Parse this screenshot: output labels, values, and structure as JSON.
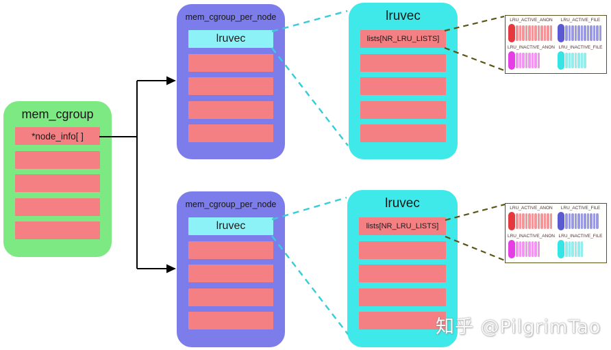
{
  "watermark": "知乎 @PilgrimTao",
  "colors": {
    "green_box": "#7de982",
    "purple_box": "#7c7cea",
    "salmon_row": "#f58084",
    "cyan_box": "#3fe9e9",
    "light_cyan_row": "#8df2f8",
    "arrow": "#000000",
    "cyan_connector": "#38cdd8",
    "olive_connector": "#5b5415",
    "panel_border": "#5a5116"
  },
  "boxes": {
    "mem_cgroup": {
      "title": "mem_cgroup",
      "pointer_row": "*node_info[ ]"
    },
    "per_node_top": {
      "title": "mem_cgroup_per_node",
      "lruvec_row": "lruvec"
    },
    "per_node_bottom": {
      "title": "mem_cgroup_per_node",
      "lruvec_row": "lruvec"
    },
    "lruvec_top": {
      "title": "lruvec",
      "lists_row": "lists[NR_LRU_LISTS]"
    },
    "lruvec_bottom": {
      "title": "lruvec",
      "lists_row": "lists[NR_LRU_LISTS]"
    }
  },
  "lru_panels": {
    "top": {
      "quadrants": [
        {
          "label": "LRU_ACTIVE_ANON",
          "items": 12,
          "head_color": "#e53940",
          "item_color": "#f4959a"
        },
        {
          "label": "LRU_ACTIVE_FILE",
          "items": 12,
          "head_color": "#5a5ad2",
          "item_color": "#9a9ae2"
        },
        {
          "label": "LRU_INACTIVE_ANON",
          "items": 8,
          "head_color": "#e53ee5",
          "item_color": "#f195f1"
        },
        {
          "label": "LRU_INACTIVE_FILE",
          "items": 7,
          "head_color": "#35e5e5",
          "item_color": "#93eded"
        }
      ]
    },
    "bottom": {
      "quadrants": [
        {
          "label": "LRU_ACTIVE_ANON",
          "items": 12,
          "head_color": "#e53940",
          "item_color": "#f4959a"
        },
        {
          "label": "LRU_ACTIVE_FILE",
          "items": 11,
          "head_color": "#5a5ad2",
          "item_color": "#9a9ae2"
        },
        {
          "label": "LRU_INACTIVE_ANON",
          "items": 8,
          "head_color": "#e53ee5",
          "item_color": "#f195f1"
        },
        {
          "label": "LRU_INACTIVE_FILE",
          "items": 6,
          "head_color": "#35e5e5",
          "item_color": "#93eded"
        }
      ]
    }
  }
}
